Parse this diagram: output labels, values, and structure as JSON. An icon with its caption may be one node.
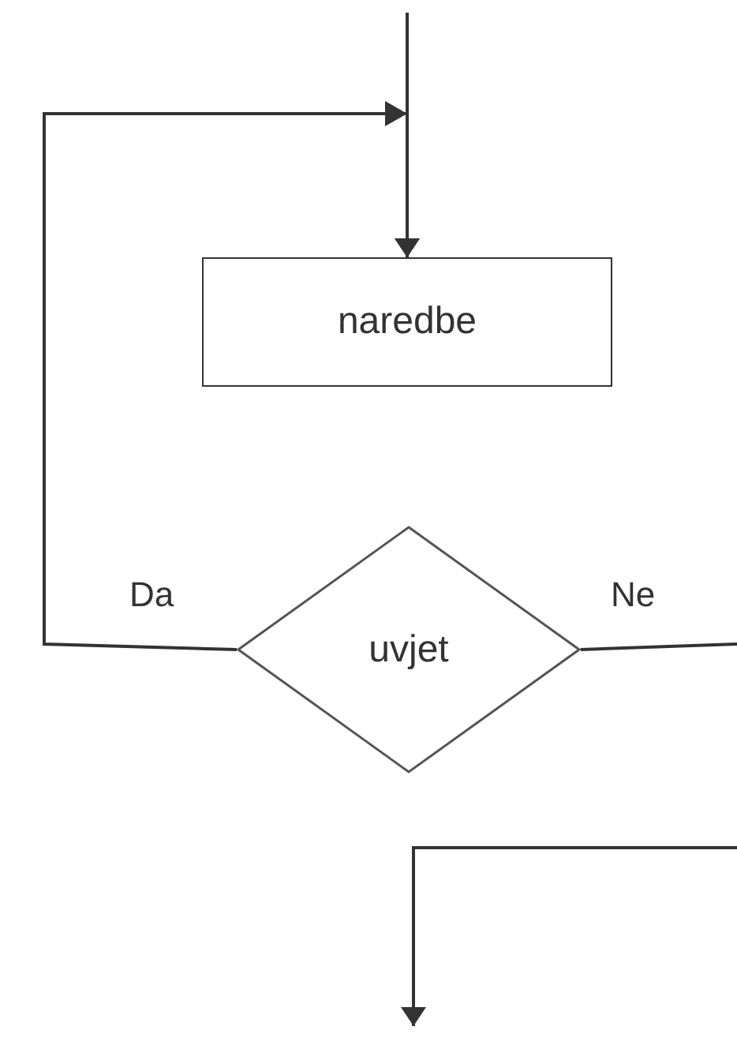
{
  "diagram": {
    "nodes": [
      {
        "text": [
          "naredbe"
        ]
      },
      {
        "text": [
          "uvjet"
        ]
      }
    ],
    "edges": [
      {
        "from": null,
        "to": 0,
        "arrow": "to"
      },
      {
        "from": 1,
        "to": 0,
        "arrow": "to",
        "label": "Da"
      },
      {
        "from": 1,
        "to": null,
        "arrow": "none",
        "label": "Ne"
      }
    ]
  }
}
